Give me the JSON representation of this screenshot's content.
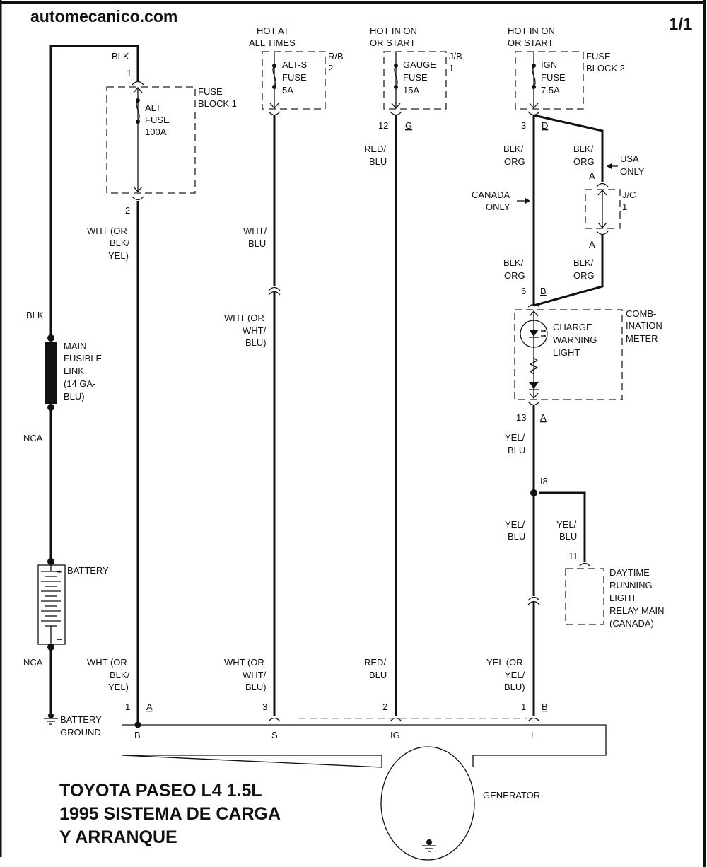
{
  "header": {
    "brand": "automecanico.com",
    "page": "1/1"
  },
  "title": {
    "line1": "TOYOTA PASEO L4 1.5L",
    "line2": "1995  SISTEMA DE CARGA",
    "line3": "Y ARRANQUE"
  },
  "power_sources": [
    {
      "line1": "HOT AT",
      "line2": "ALL TIMES"
    },
    {
      "line1": "HOT IN ON",
      "line2": "OR START"
    },
    {
      "line1": "HOT IN ON",
      "line2": "OR START"
    }
  ],
  "fuse_blocks": {
    "fb1": {
      "name1": "FUSE",
      "name2": "BLOCK 1",
      "fuse": [
        "ALT",
        "FUSE",
        "100A"
      ],
      "pin_in": "1",
      "pin_out": "2"
    },
    "rb2": {
      "name1": "R/B",
      "name2": "2",
      "fuse": [
        "ALT-S",
        "FUSE",
        "5A"
      ]
    },
    "jb1": {
      "name1": "J/B",
      "name2": "1",
      "fuse": [
        "GAUGE",
        "FUSE",
        "15A"
      ],
      "pin": "12",
      "connector": "G"
    },
    "fb2": {
      "name1": "FUSE",
      "name2": "BLOCK 2",
      "fuse": [
        "IGN",
        "FUSE",
        "7.5A"
      ],
      "pin": "3",
      "connector": "D"
    }
  },
  "wires": {
    "battery_top": "BLK",
    "battery_mid": "BLK",
    "nca_top": "NCA",
    "nca_bottom": "NCA",
    "b_upper": [
      "WHT (OR",
      "BLK/",
      "YEL)"
    ],
    "b_lower": [
      "WHT (OR",
      "BLK/",
      "YEL)"
    ],
    "s_upper": [
      "WHT/",
      "BLU"
    ],
    "s_mid": [
      "WHT (OR",
      "WHT/",
      "BLU)"
    ],
    "s_lower": [
      "WHT (OR",
      "WHT/",
      "BLU)"
    ],
    "ig_upper": [
      "RED/",
      "BLU"
    ],
    "ig_lower": [
      "RED/",
      "BLU"
    ],
    "l_canada_upper": [
      "BLK/",
      "ORG"
    ],
    "l_usa_upper": [
      "BLK/",
      "ORG"
    ],
    "l_canada_lower": [
      "BLK/",
      "ORG"
    ],
    "l_usa_lower": [
      "BLK/",
      "ORG"
    ],
    "l_meter_out": [
      "YEL/",
      "BLU"
    ],
    "l_after_splice": [
      "YEL/",
      "BLU"
    ],
    "drl_branch": [
      "YEL/",
      "BLU"
    ],
    "l_lower": [
      "YEL (OR",
      "YEL/",
      "BLU)"
    ]
  },
  "annotations": {
    "usa_only": [
      "USA",
      "ONLY"
    ],
    "canada_only": [
      "CANADA",
      "ONLY"
    ],
    "jc": {
      "name1": "J/C",
      "name2": "1",
      "pin_top": "A",
      "pin_bottom": "A"
    }
  },
  "fusible_link": [
    "MAIN",
    "FUSIBLE",
    "LINK",
    "(14 GA-",
    "BLU)"
  ],
  "battery": {
    "label": "BATTERY",
    "plus": "+",
    "minus": "–"
  },
  "battery_ground": [
    "BATTERY",
    "GROUND"
  ],
  "combination_meter": {
    "name": [
      "COMB-",
      "INATION",
      "METER"
    ],
    "light": [
      "CHARGE",
      "WARNING",
      "LIGHT"
    ],
    "pin_in": "6",
    "conn_in": "B",
    "pin_out": "13",
    "conn_out": "A"
  },
  "splice": "I8",
  "drl_relay": {
    "pin": "11",
    "name": [
      "DAYTIME",
      "RUNNING",
      "LIGHT",
      "RELAY MAIN",
      "(CANADA)"
    ]
  },
  "generator": {
    "label": "GENERATOR",
    "terminals": [
      "B",
      "S",
      "IG",
      "L"
    ],
    "pins": [
      {
        "num": "1",
        "conn": "A"
      },
      {
        "num": "3",
        "conn": ""
      },
      {
        "num": "2",
        "conn": ""
      },
      {
        "num": "1",
        "conn": "B"
      }
    ]
  }
}
